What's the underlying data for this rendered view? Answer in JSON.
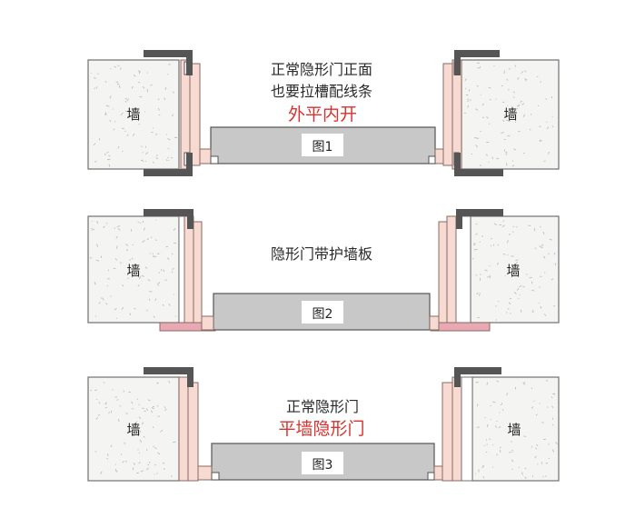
{
  "wall_label": "墙",
  "figures": [
    {
      "id": "fig1",
      "label": "图1",
      "captions": [
        {
          "text": "正常隐形门正面",
          "style": "normal"
        },
        {
          "text": "也要拉槽配线条",
          "style": "normal"
        },
        {
          "text": "外平内开",
          "style": "red"
        }
      ]
    },
    {
      "id": "fig2",
      "label": "图2",
      "captions": [
        {
          "text": "隐形门带护墙板",
          "style": "normal"
        }
      ]
    },
    {
      "id": "fig3",
      "label": "图3",
      "captions": [
        {
          "text": "正常隐形门",
          "style": "normal"
        },
        {
          "text": "平墙隐形门",
          "style": "red"
        }
      ]
    }
  ],
  "colors": {
    "wall_fill": "#f4f4f2",
    "wall_stroke": "#707070",
    "wall_speckle": "#b8b8b8",
    "frame_fill": "#f7dad2",
    "frame_stroke": "#8a6a62",
    "door_fill": "#c8c8c8",
    "door_stroke": "#555555",
    "cap_fill": "#555555",
    "skirting_fill": "#e9a9b4",
    "accent_red": "#d8322e"
  }
}
